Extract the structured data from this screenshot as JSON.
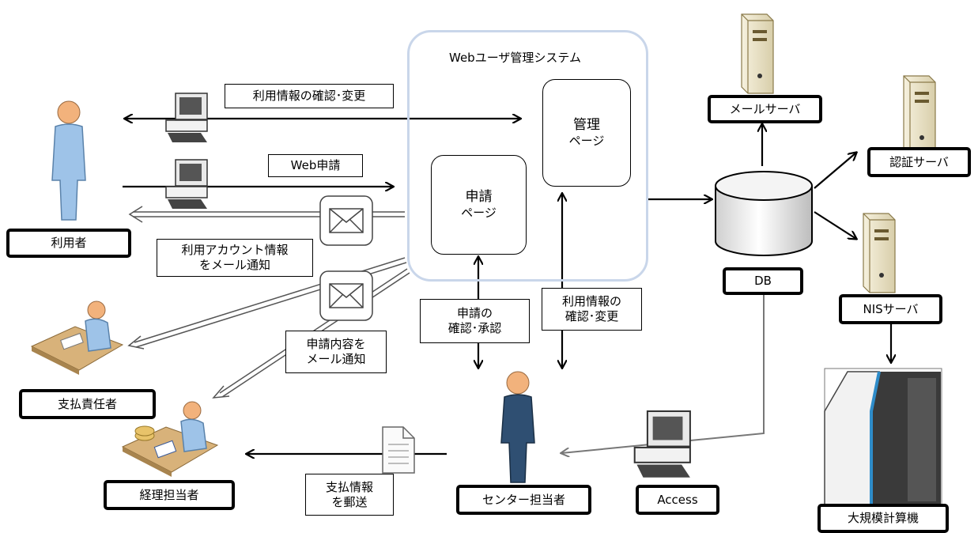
{
  "system": {
    "title": "Webユーザ管理システム"
  },
  "pages": {
    "admin": {
      "line1": "管理",
      "line2": "ページ"
    },
    "apply": {
      "line1": "申請",
      "line2": "ページ"
    }
  },
  "actors": {
    "user": "利用者",
    "payer": "支払責任者",
    "accountant": "経理担当者",
    "center": "センター担当者"
  },
  "servers": {
    "mail": "メールサーバ",
    "auth": "認証サーバ",
    "nis": "NISサーバ",
    "db": "DB",
    "access": "Access",
    "hpc": "大規模計算機"
  },
  "labels": {
    "confirm_change": "利用情報の確認･変更",
    "web_apply": "Web申請",
    "account_notice_1": "利用アカウント情報",
    "account_notice_2": "をメール通知",
    "content_notice_1": "申請内容を",
    "content_notice_2": "メール通知",
    "apply_confirm_1": "申請の",
    "apply_confirm_2": "確認･承認",
    "info_confirm_1": "利用情報の",
    "info_confirm_2": "確認･変更",
    "payment_1": "支払情報",
    "payment_2": "を郵送"
  },
  "colors": {
    "system_border": "#c9d6ea",
    "person_head": "#f2b27c",
    "person_body": "#9ec3e8",
    "center_body": "#2f4f72",
    "server_body": "#e8dfbf",
    "hpc_panel": "#3a3a3a",
    "hpc_accent": "#2e8cc9"
  }
}
